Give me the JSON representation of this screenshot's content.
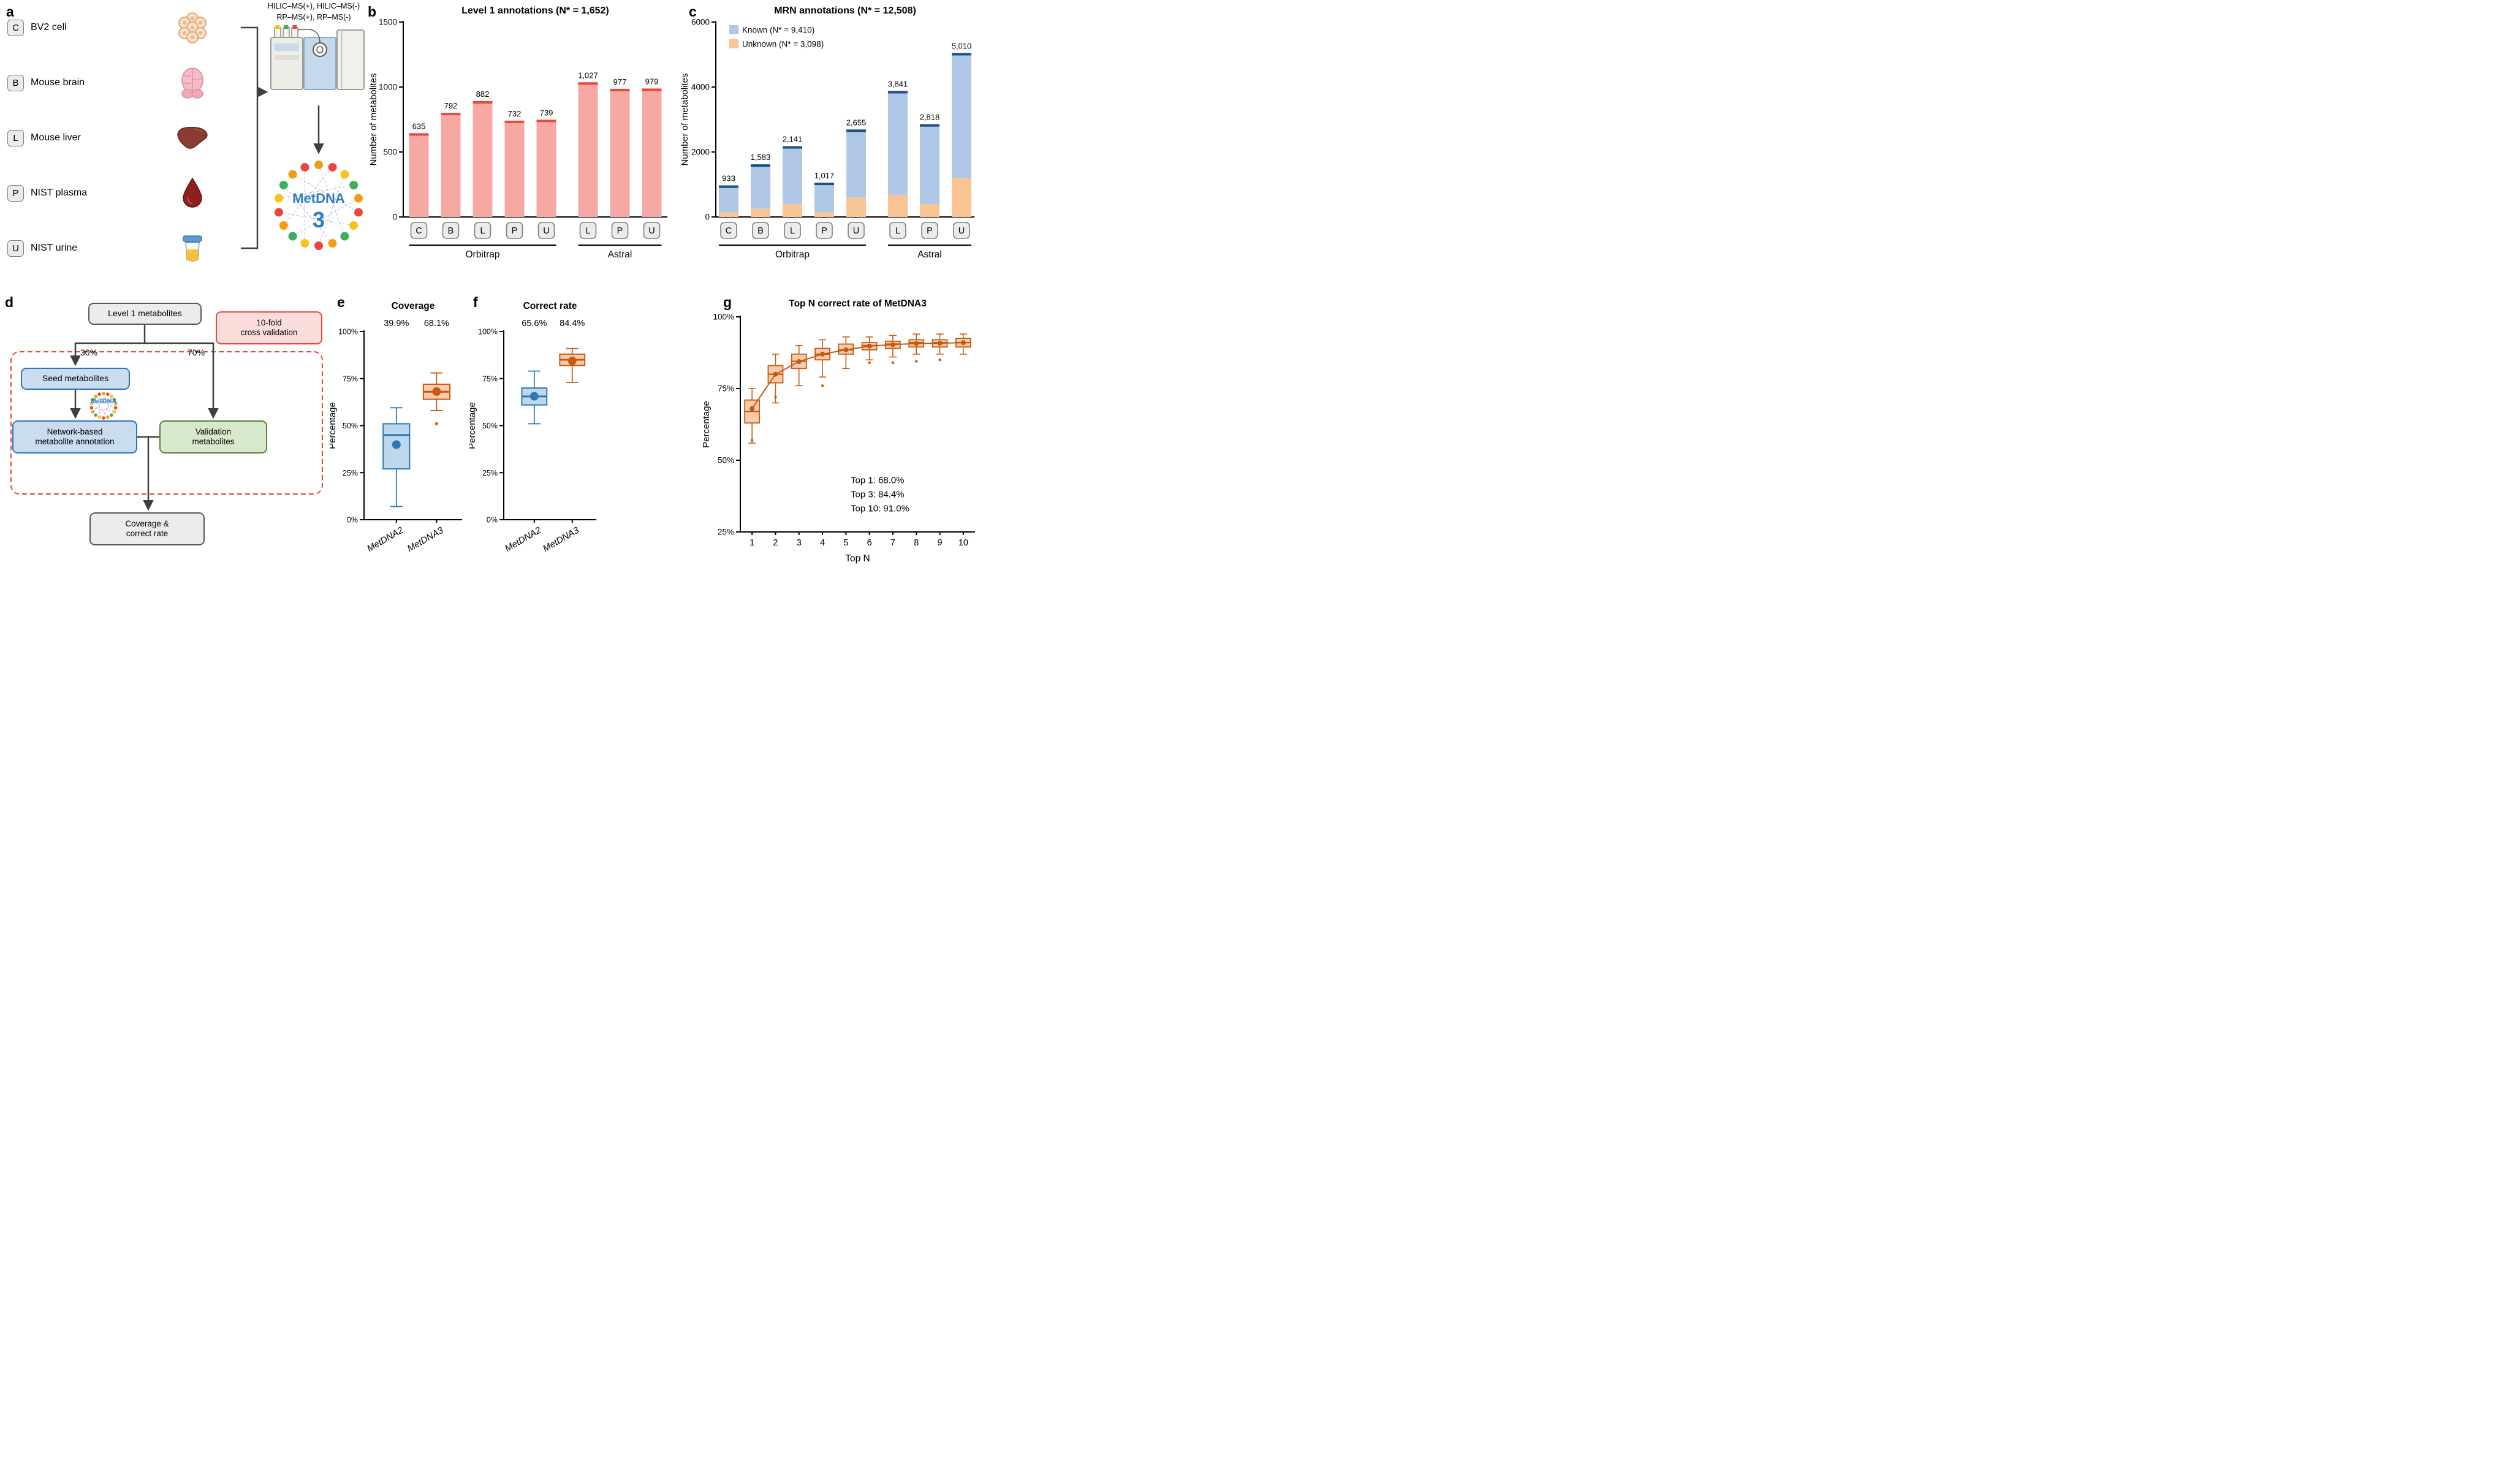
{
  "panels": {
    "a": {
      "label": "a",
      "samples": [
        {
          "code": "C",
          "name": "BV2 cell",
          "icon": "cells-icon"
        },
        {
          "code": "B",
          "name": "Mouse brain",
          "icon": "brain-icon"
        },
        {
          "code": "L",
          "name": "Mouse liver",
          "icon": "liver-icon"
        },
        {
          "code": "P",
          "name": "NIST plasma",
          "icon": "blood-drop-icon"
        },
        {
          "code": "U",
          "name": "NIST urine",
          "icon": "urine-cup-icon"
        }
      ],
      "methods_line1": "HILIC–MS(+), HILIC–MS(-)",
      "methods_line2": "RP–MS(+), RP–MS(-)",
      "logo": {
        "text": "MetDNA",
        "number": "3",
        "text_color": "#2E7FBE",
        "dot_colors": [
          "#F39C12",
          "#E8473B",
          "#F5C518",
          "#3FAE5A"
        ]
      }
    },
    "b": {
      "label": "b"
    },
    "c": {
      "label": "c"
    },
    "d": {
      "label": "d",
      "boxes": {
        "level1": {
          "text": "Level 1 metabolites"
        },
        "cross": {
          "line1": "10-fold",
          "line2": "cross validation"
        },
        "seed": {
          "text": "Seed metabolites"
        },
        "network": {
          "line1": "Network-based",
          "line2": "metabolite annotation"
        },
        "validation": {
          "line1": "Validation",
          "line2": "metabolites"
        },
        "coverage": {
          "line1": "Coverage &",
          "line2": "correct rate"
        }
      },
      "pct_left": "30%",
      "pct_right": "70%",
      "mini_logo_text": "MetDNA"
    },
    "e": {
      "label": "e"
    },
    "f": {
      "label": "f"
    },
    "g": {
      "label": "g"
    }
  },
  "chart_data": [
    {
      "panel": "b",
      "type": "bar",
      "title": "Level 1 annotations (N* = 1,652)",
      "ylabel": "Number of metabolites",
      "ylim": [
        0,
        1500
      ],
      "yticks": [
        0,
        500,
        1000,
        1500
      ],
      "categories": [
        "C",
        "B",
        "L",
        "P",
        "U",
        "L",
        "P",
        "U"
      ],
      "values": [
        635,
        792,
        882,
        732,
        739,
        1027,
        977,
        979
      ],
      "value_labels": [
        "635",
        "792",
        "882",
        "732",
        "739",
        "1,027",
        "977",
        "979"
      ],
      "groups": [
        {
          "label": "Orbitrap",
          "start": 0,
          "end": 4
        },
        {
          "label": "Astral",
          "start": 5,
          "end": 7
        }
      ],
      "bar_fill": "#F5A9A2",
      "bar_cap": "#E8473B"
    },
    {
      "panel": "c",
      "type": "stacked_bar",
      "title": "MRN annotations (N* = 12,508)",
      "ylabel": "Number of metabolites",
      "ylim": [
        0,
        6000
      ],
      "yticks": [
        0,
        2000,
        4000,
        6000
      ],
      "categories": [
        "C",
        "B",
        "L",
        "P",
        "U",
        "L",
        "P",
        "U"
      ],
      "totals": [
        933,
        1583,
        2141,
        1017,
        2655,
        3841,
        2818,
        5010
      ],
      "total_labels": [
        "933",
        "1,583",
        "2,141",
        "1,017",
        "2,655",
        "3,841",
        "2,818",
        "5,010"
      ],
      "series": [
        {
          "name": "Unknown (N* = 3,098)",
          "color": "#FAC393",
          "values": [
            150,
            250,
            400,
            150,
            600,
            680,
            400,
            1200
          ]
        },
        {
          "name": "Known (N* = 9,410)",
          "color": "#AFC8E8",
          "values": [
            783,
            1333,
            1741,
            867,
            2055,
            3161,
            2418,
            3810
          ]
        }
      ],
      "legend": [
        {
          "label": "Known (N* = 9,410)",
          "color": "#AFC8E8"
        },
        {
          "label": "Unknown (N* = 3,098)",
          "color": "#FAC393"
        }
      ],
      "groups": [
        {
          "label": "Orbitrap",
          "start": 0,
          "end": 4
        },
        {
          "label": "Astral",
          "start": 5,
          "end": 7
        }
      ],
      "bar_cap": "#1B4F82"
    },
    {
      "panel": "e",
      "type": "box",
      "title": "Coverage",
      "ylabel": "Percentage",
      "ylim": [
        0,
        100
      ],
      "yticks": [
        {
          "v": 0,
          "label": "0%"
        },
        {
          "v": 25,
          "label": "25%"
        },
        {
          "v": 50,
          "label": "50%"
        },
        {
          "v": 75,
          "label": "75%"
        },
        {
          "v": 100,
          "label": "100%"
        }
      ],
      "categories": [
        "MetDNA2",
        "MetDNA3"
      ],
      "annotations": [
        "39.9%",
        "68.1%"
      ],
      "boxes": [
        {
          "whislo": 7,
          "q1": 27,
          "med": 45,
          "q3": 51,
          "whishi": 59.5,
          "mean": 39.9,
          "outliers": [],
          "stroke": "#2E79B5",
          "fill": "#BDD7EC"
        },
        {
          "whislo": 58,
          "q1": 64,
          "med": 68,
          "q3": 72,
          "whishi": 78,
          "mean": 68.1,
          "outliers": [
            51
          ],
          "stroke": "#C55A11",
          "fill": "#F8CBAD"
        }
      ]
    },
    {
      "panel": "f",
      "type": "box",
      "title": "Correct rate",
      "ylabel": "Percentage",
      "ylim": [
        0,
        100
      ],
      "yticks": [
        {
          "v": 0,
          "label": "0%"
        },
        {
          "v": 25,
          "label": "25%"
        },
        {
          "v": 50,
          "label": "50%"
        },
        {
          "v": 75,
          "label": "75%"
        },
        {
          "v": 100,
          "label": "100%"
        }
      ],
      "categories": [
        "MetDNA2",
        "MetDNA3"
      ],
      "annotations": [
        "65.6%",
        "84.4%"
      ],
      "boxes": [
        {
          "whislo": 51,
          "q1": 61,
          "med": 65.5,
          "q3": 70,
          "whishi": 79,
          "mean": 65.6,
          "outliers": [],
          "stroke": "#2E79B5",
          "fill": "#BDD7EC"
        },
        {
          "whislo": 73,
          "q1": 82,
          "med": 85,
          "q3": 88,
          "whishi": 91,
          "mean": 84.4,
          "outliers": [],
          "stroke": "#C55A11",
          "fill": "#F8CBAD"
        }
      ]
    },
    {
      "panel": "g",
      "type": "box_series",
      "title": "Top N correct rate of MetDNA3",
      "ylabel": "Percentage",
      "xlabel": "Top N",
      "ylim": [
        25,
        100
      ],
      "yticks": [
        {
          "v": 25,
          "label": "25%"
        },
        {
          "v": 50,
          "label": "50%"
        },
        {
          "v": 75,
          "label": "75%"
        },
        {
          "v": 100,
          "label": "100%"
        }
      ],
      "x": [
        "1",
        "2",
        "3",
        "4",
        "5",
        "6",
        "7",
        "8",
        "9",
        "10"
      ],
      "stroke": "#C55A11",
      "fill": "#F8CBAD",
      "boxes": [
        {
          "whislo": 56,
          "q1": 63,
          "med": 67,
          "q3": 71,
          "whishi": 75,
          "mean": 68.0,
          "outliers": [
            57
          ]
        },
        {
          "whislo": 70,
          "q1": 77,
          "med": 80,
          "q3": 83,
          "whishi": 87,
          "mean": 80.0,
          "outliers": [
            72
          ]
        },
        {
          "whislo": 76,
          "q1": 82,
          "med": 84.5,
          "q3": 87,
          "whishi": 90,
          "mean": 84.4,
          "outliers": []
        },
        {
          "whislo": 79,
          "q1": 85,
          "med": 87,
          "q3": 89,
          "whishi": 92,
          "mean": 87.0,
          "outliers": [
            76
          ]
        },
        {
          "whislo": 82,
          "q1": 87,
          "med": 88.5,
          "q3": 90.5,
          "whishi": 93,
          "mean": 88.5,
          "outliers": []
        },
        {
          "whislo": 85,
          "q1": 88.5,
          "med": 90,
          "q3": 91,
          "whishi": 93,
          "mean": 89.8,
          "outliers": [
            84
          ]
        },
        {
          "whislo": 86,
          "q1": 89,
          "med": 90.5,
          "q3": 91.5,
          "whishi": 93.5,
          "mean": 90.3,
          "outliers": [
            84
          ]
        },
        {
          "whislo": 87,
          "q1": 89.5,
          "med": 91,
          "q3": 92,
          "whishi": 94,
          "mean": 90.7,
          "outliers": [
            84.5
          ]
        },
        {
          "whislo": 87,
          "q1": 89.5,
          "med": 91,
          "q3": 92,
          "whishi": 94,
          "mean": 90.8,
          "outliers": [
            85
          ]
        },
        {
          "whislo": 87,
          "q1": 89.5,
          "med": 91,
          "q3": 92.5,
          "whishi": 94,
          "mean": 91.0,
          "outliers": []
        }
      ],
      "annotation_lines": [
        "Top 1: 68.0%",
        "Top 3: 84.4%",
        "Top 10: 91.0%"
      ]
    }
  ]
}
